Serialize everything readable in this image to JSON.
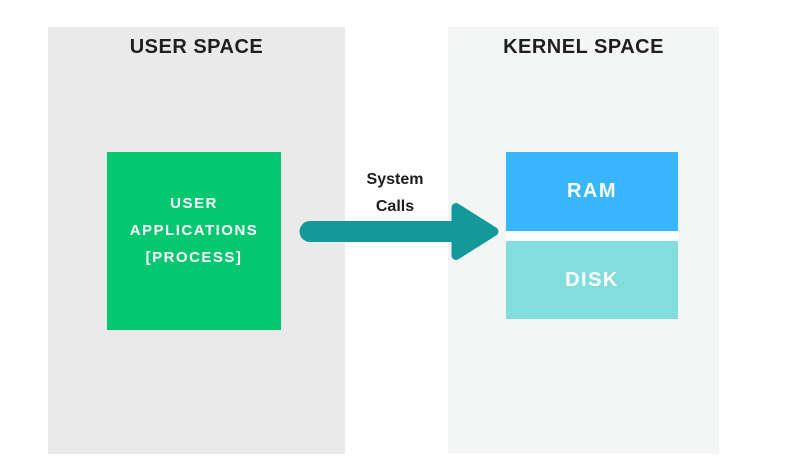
{
  "diagram": {
    "user_space": {
      "title": "USER SPACE",
      "app_box": {
        "lines": [
          "USER",
          "APPLICATIONS",
          "[PROCESS]"
        ],
        "color": "#05c76f",
        "text_color": "#ffffff"
      },
      "panel_bg": "#eaeaea"
    },
    "kernel_space": {
      "title": "KERNEL SPACE",
      "ram_box": {
        "label": "RAM",
        "color": "#38b6ff",
        "text_color": "#ffffff"
      },
      "disk_box": {
        "label": "DISK",
        "color": "#82dedd",
        "text_color": "#ffffff"
      },
      "panel_bg": "#f4f5f5"
    },
    "arrow": {
      "label_line1": "System",
      "label_line2": "Calls",
      "color": "#14999b"
    },
    "colors": {
      "page_bg": "#ffffff",
      "title_text": "#1f1f1f"
    }
  }
}
